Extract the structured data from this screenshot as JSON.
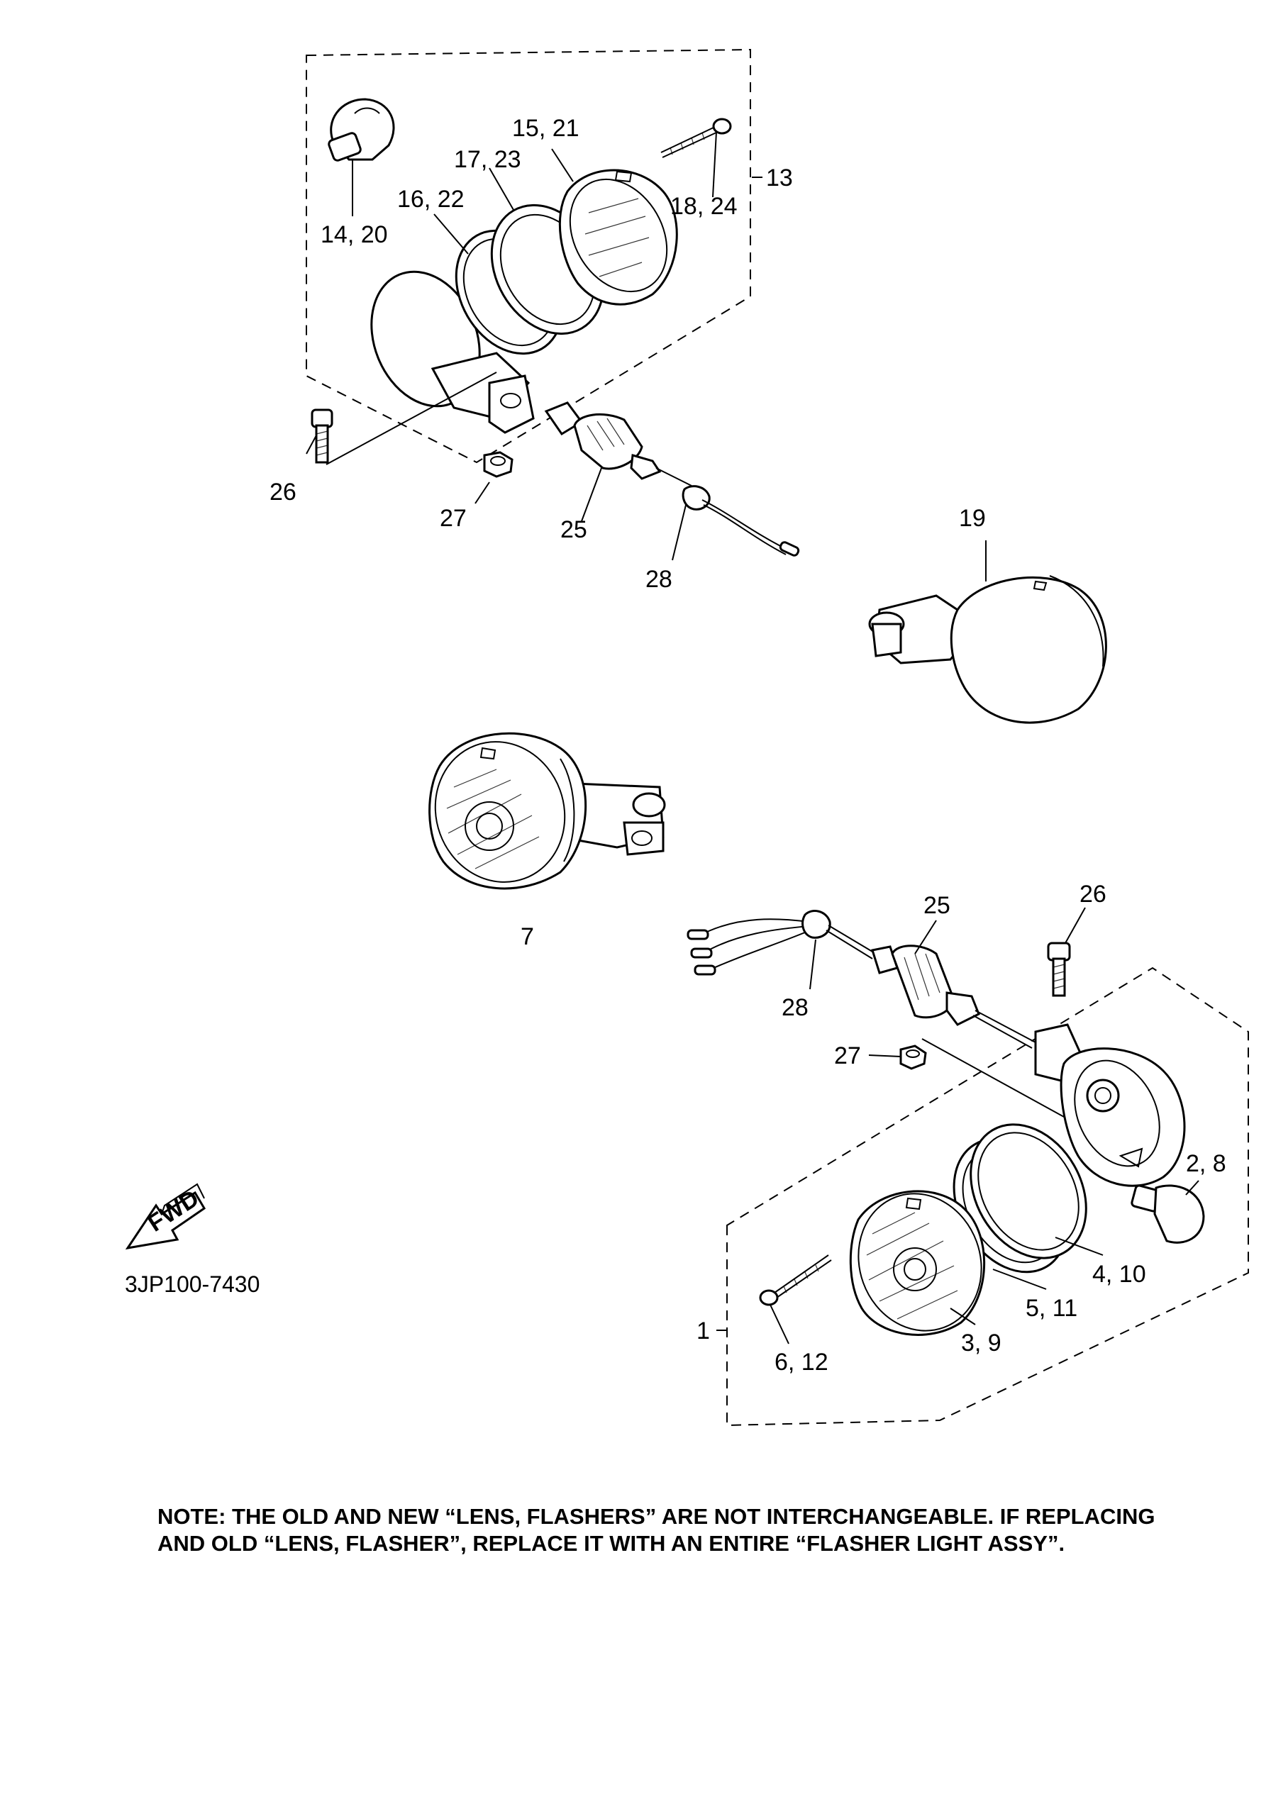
{
  "callouts": {
    "c13": "13",
    "c14_20": "14, 20",
    "c15_21": "15, 21",
    "c16_22": "16, 22",
    "c17_23": "17, 23",
    "c18_24": "18, 24",
    "c26_top": "26",
    "c27_top": "27",
    "c25_top": "25",
    "c28_top": "28",
    "c19": "19",
    "c7": "7",
    "c25_bot": "25",
    "c26_bot": "26",
    "c28_bot": "28",
    "c27_bot": "27",
    "c2_8": "2, 8",
    "c4_10": "4, 10",
    "c5_11": "5, 11",
    "c3_9": "3, 9",
    "c1": "1",
    "c6_12": "6, 12"
  },
  "fwd_label": "FWD",
  "diagram_code": "3JP100-7430",
  "note": {
    "line1": "NOTE: THE OLD AND NEW “LENS, FLASHERS” ARE NOT INTERCHANGEABLE. IF REPLACING",
    "line2": "AND OLD “LENS, FLASHER”, REPLACE IT WITH AN ENTIRE “FLASHER LIGHT ASSY”."
  }
}
